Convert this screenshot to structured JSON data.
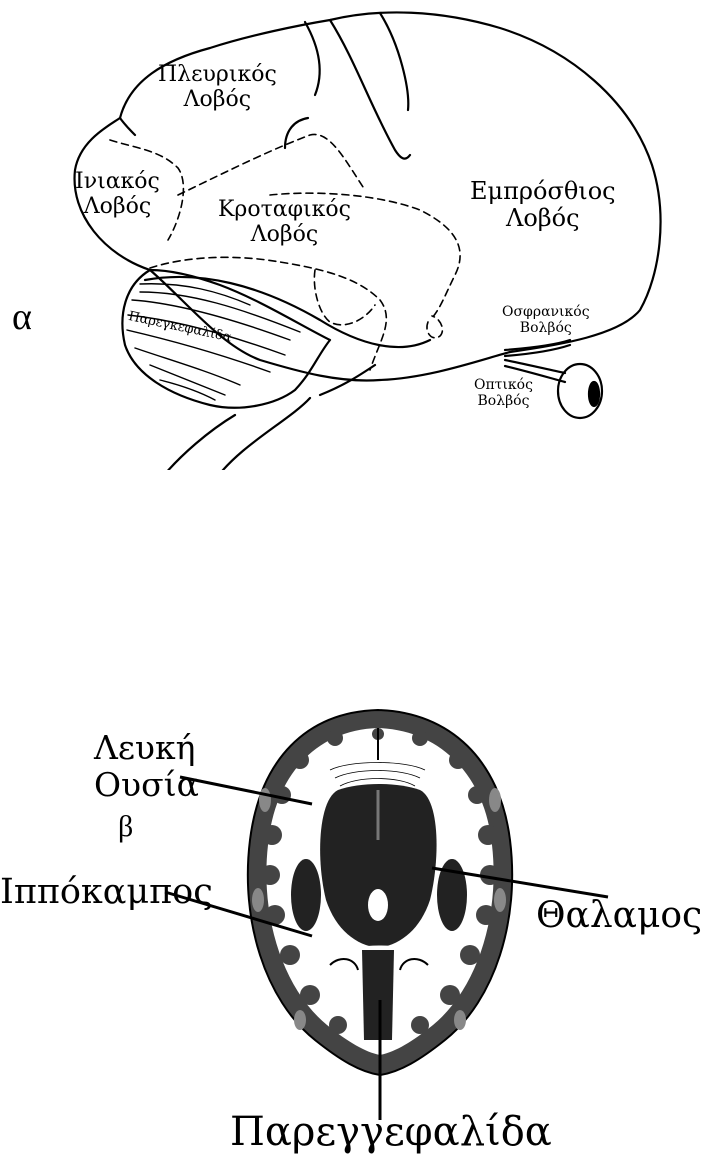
{
  "figure_a": {
    "panel_letter": "α",
    "labels": {
      "parietal": [
        "Πλευρικός",
        "Λοβός"
      ],
      "occipital": [
        "Ινιακός",
        "Λοβός"
      ],
      "temporal": [
        "Κροταφικός",
        "Λοβός"
      ],
      "frontal": [
        "Εμπρόσθιος",
        "Λοβός"
      ],
      "cerebellum": "Παρεγκεφαλίδα",
      "olfactory": [
        "Οσφρανικός",
        "Βολβός"
      ],
      "optic": [
        "Οπτικός",
        "Βολβός"
      ]
    }
  },
  "figure_b": {
    "panel_letter": "β",
    "labels": {
      "white_matter": [
        "Λευκή",
        "Ουσία"
      ],
      "hippocampus": "Ιππόκαμπος",
      "thalamus": "Θαλαμος",
      "cerebellum": "Παρεγγεφαλίδα"
    }
  }
}
